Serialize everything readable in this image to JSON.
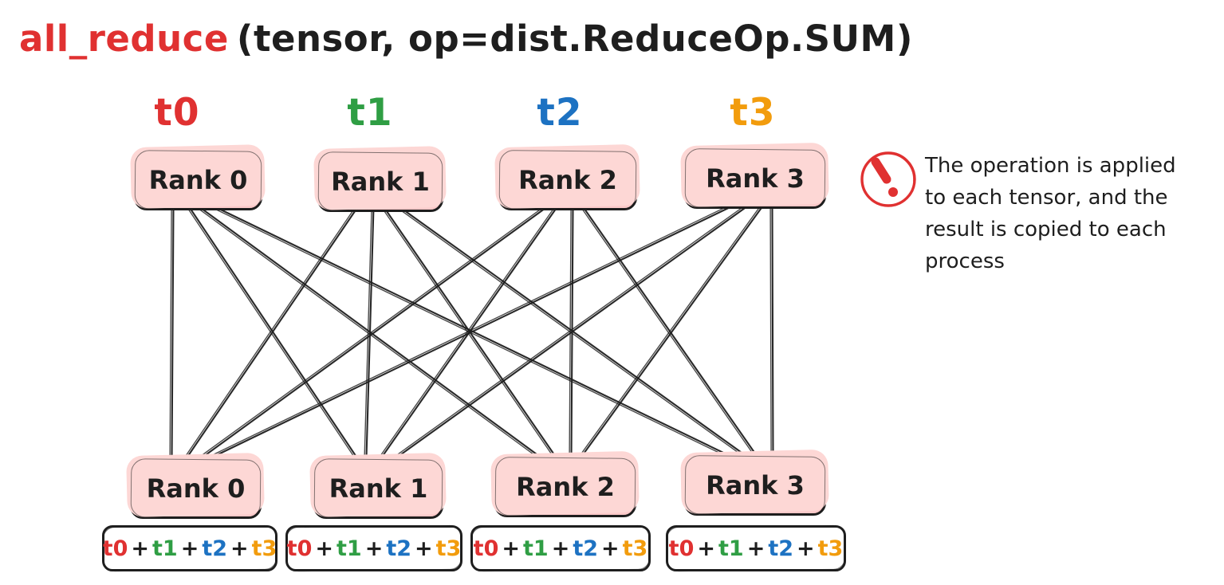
{
  "page": {
    "background": "#ffffff"
  },
  "title": {
    "function_name": "all_reduce",
    "signature": "(tensor, op=dist.ReduceOp.SUM)",
    "function_color": "#e03131",
    "text_color": "#1e1e1e"
  },
  "tensors": [
    {
      "label": "t0",
      "color": "#e03131"
    },
    {
      "label": "t1",
      "color": "#2f9e44"
    },
    {
      "label": "t2",
      "color": "#1d72c2"
    },
    {
      "label": "t3",
      "color": "#f29c0d"
    }
  ],
  "top_ranks": [
    {
      "label": "Rank 0"
    },
    {
      "label": "Rank 1"
    },
    {
      "label": "Rank 2"
    },
    {
      "label": "Rank 3"
    }
  ],
  "bottom_ranks": [
    {
      "label": "Rank 0"
    },
    {
      "label": "Rank 1"
    },
    {
      "label": "Rank 2"
    },
    {
      "label": "Rank 3"
    }
  ],
  "rank_box_style": {
    "fill": "#fbc9c9",
    "halo": "#fdd7d5",
    "stroke": "#1e1e1e"
  },
  "connections": {
    "type": "all-to-all",
    "from_count": 4,
    "to_count": 4,
    "line_color": "#1e1e1e"
  },
  "result_expression": {
    "tokens": [
      {
        "text": "t0",
        "color": "#e03131"
      },
      {
        "text": "+",
        "color": "#1e1e1e"
      },
      {
        "text": "t1",
        "color": "#2f9e44"
      },
      {
        "text": "+",
        "color": "#1e1e1e"
      },
      {
        "text": "t2",
        "color": "#1d72c2"
      },
      {
        "text": "+",
        "color": "#1e1e1e"
      },
      {
        "text": "t3",
        "color": "#f29c0d"
      }
    ]
  },
  "note": {
    "icon": "exclamation-circle",
    "icon_color": "#e03131",
    "lines": [
      "The operation is applied",
      "to each tensor, and the",
      "result is copied to each",
      "process"
    ]
  }
}
